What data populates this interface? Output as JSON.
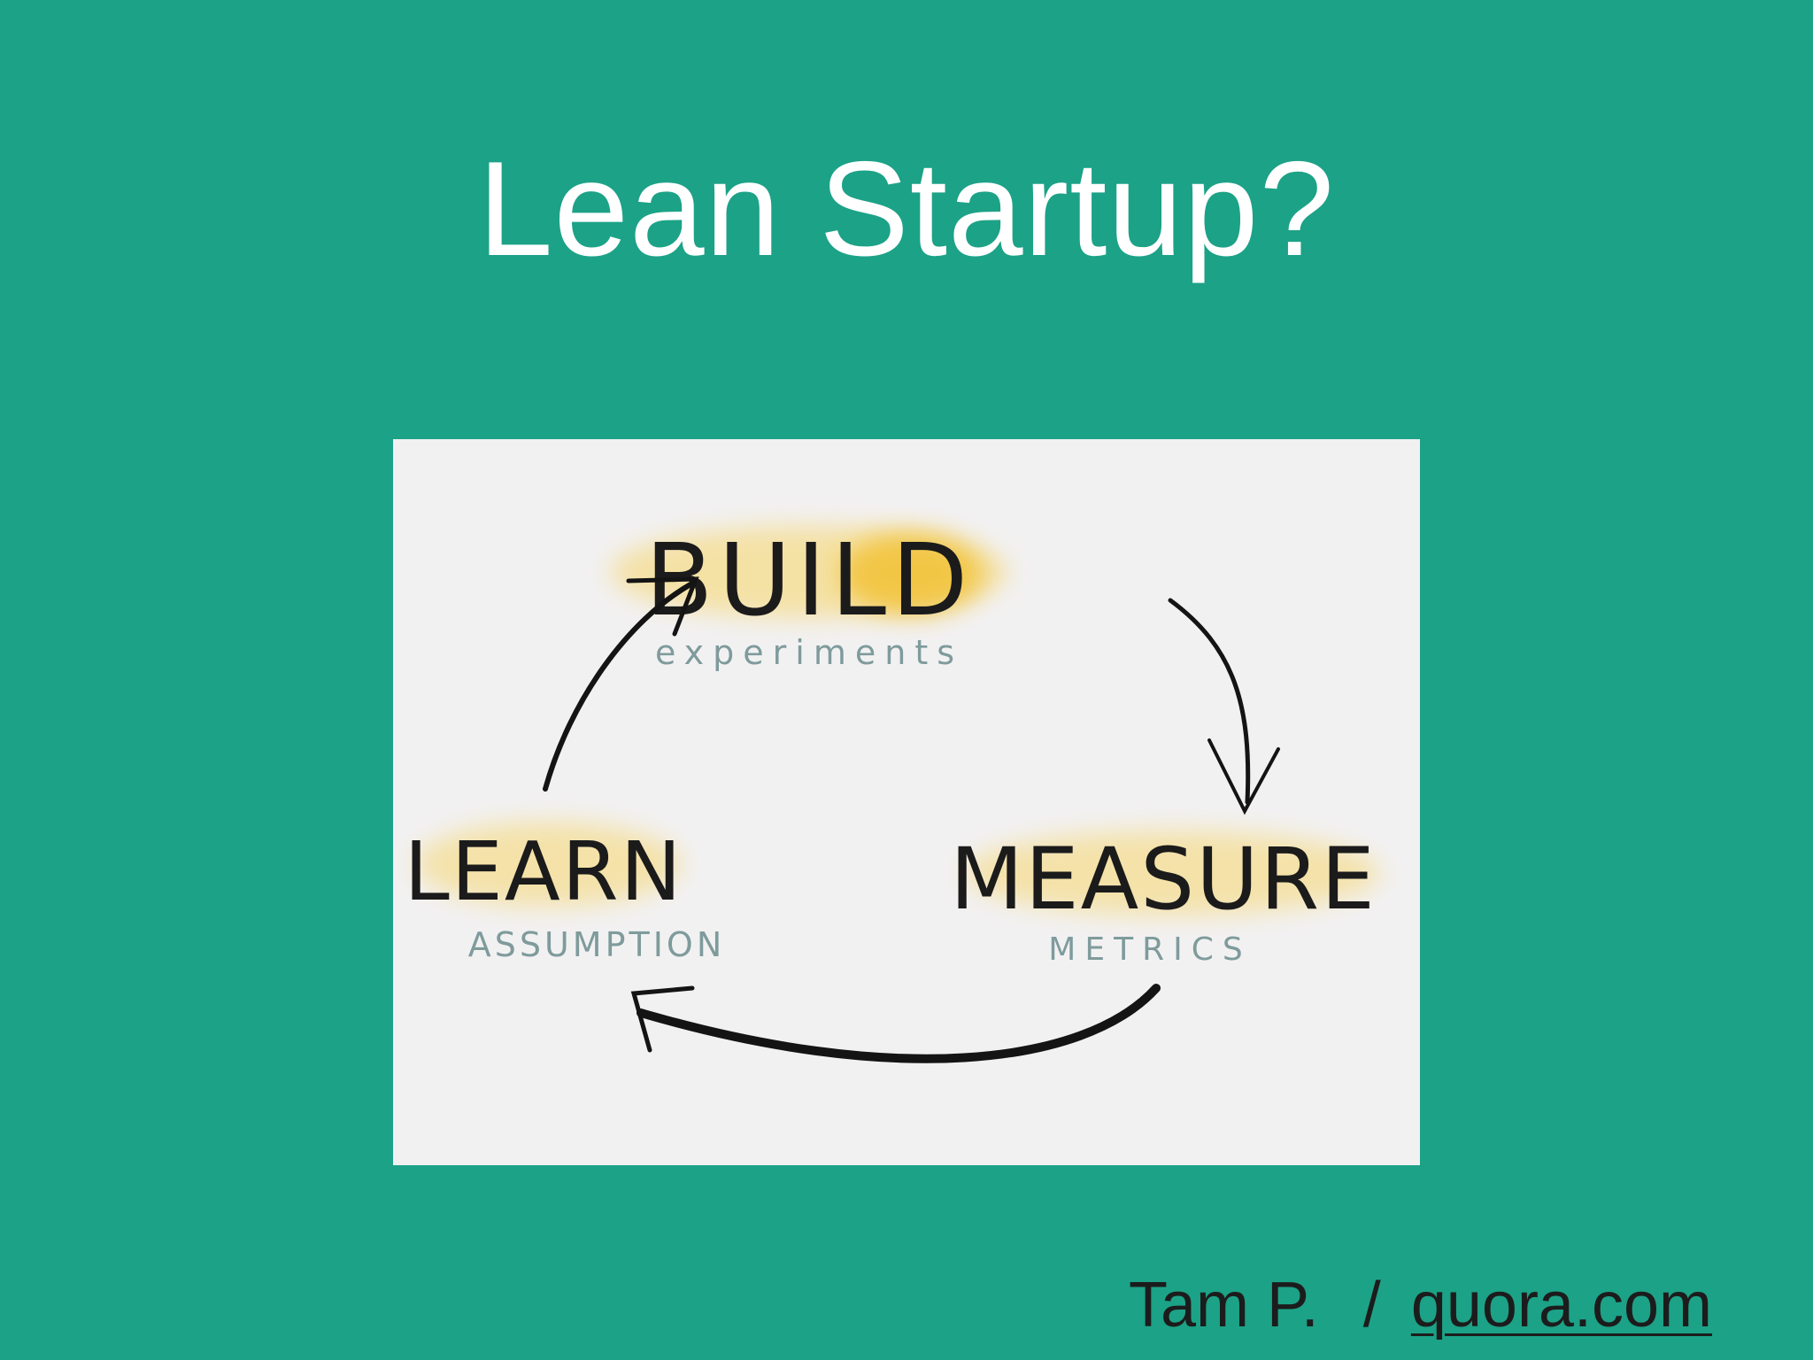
{
  "slide": {
    "title": "Lean Startup?"
  },
  "diagram": {
    "nodes": [
      {
        "label": "BUILD",
        "sublabel": "experiments"
      },
      {
        "label": "MEASURE",
        "sublabel": "METRICS"
      },
      {
        "label": "LEARN",
        "sublabel": "ASSUMPTION"
      }
    ],
    "highlight_color": "#f3c63a",
    "arrow_color": "#141414",
    "sublabel_color": "#7f9b9c"
  },
  "credit": {
    "author": "Tam P.",
    "separator": "/",
    "source_link": "quora.com"
  }
}
